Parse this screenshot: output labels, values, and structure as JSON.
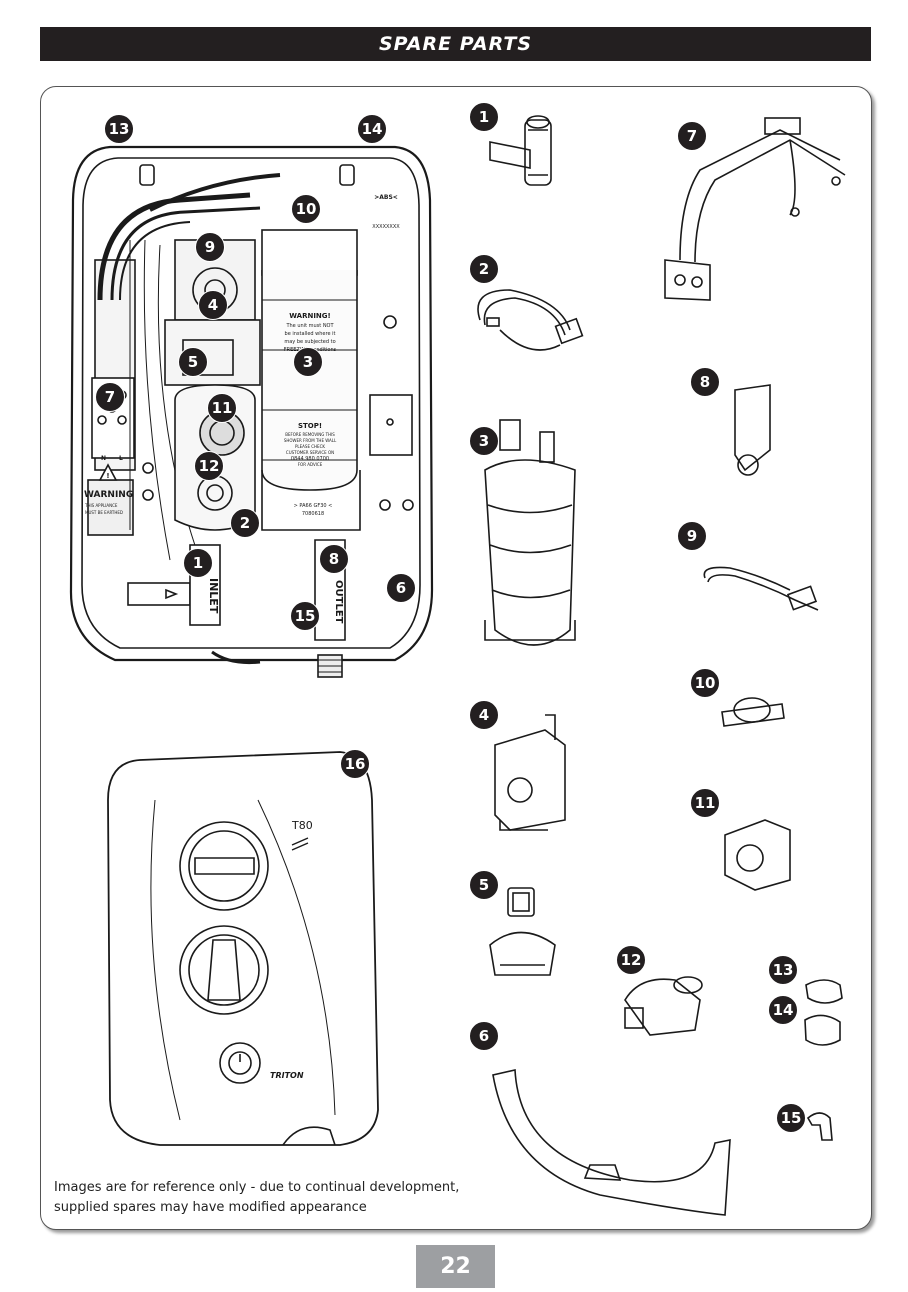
{
  "header": {
    "title": "SPARE PARTS"
  },
  "labels": [
    "1",
    "2",
    "3",
    "4",
    "5",
    "6",
    "7",
    "8",
    "9",
    "10",
    "11",
    "12",
    "13",
    "14",
    "15",
    "16"
  ],
  "unit_text": {
    "abs": ">ABS<",
    "serial": "XXXXXXXX",
    "warning_title": "WARNING!",
    "warning_l1": "The unit must NOT",
    "warning_l2": "be installed where it",
    "warning_l3": "may be subjected to",
    "warning_l4": "FREEZING conditions",
    "stop_title": "STOP!",
    "stop_l1": "BEFORE REMOVING THIS",
    "stop_l2": "SHOWER FROM THE WALL",
    "stop_l3": "PLEASE CHECK",
    "stop_l4": "CUSTOMER SERVICE ON",
    "stop_l5": "0844 980 0700",
    "stop_l6": "FOR ADVICE",
    "pa_code": "> PA66 GF30 <",
    "pa_number": "7080618",
    "earth_warning": "WARNING",
    "earth_l1": "THIS APPLIANCE",
    "earth_l2": "MUST BE EARTHED",
    "terminal_n": "N",
    "terminal_l": "L",
    "inlet": "INLET",
    "outlet": "OUTLET",
    "model": "T80",
    "brand": "TRITON"
  },
  "note": {
    "line1": "Images are for reference only - due to continual development,",
    "line2": "supplied spares may have modified appearance"
  },
  "page_number": "22"
}
